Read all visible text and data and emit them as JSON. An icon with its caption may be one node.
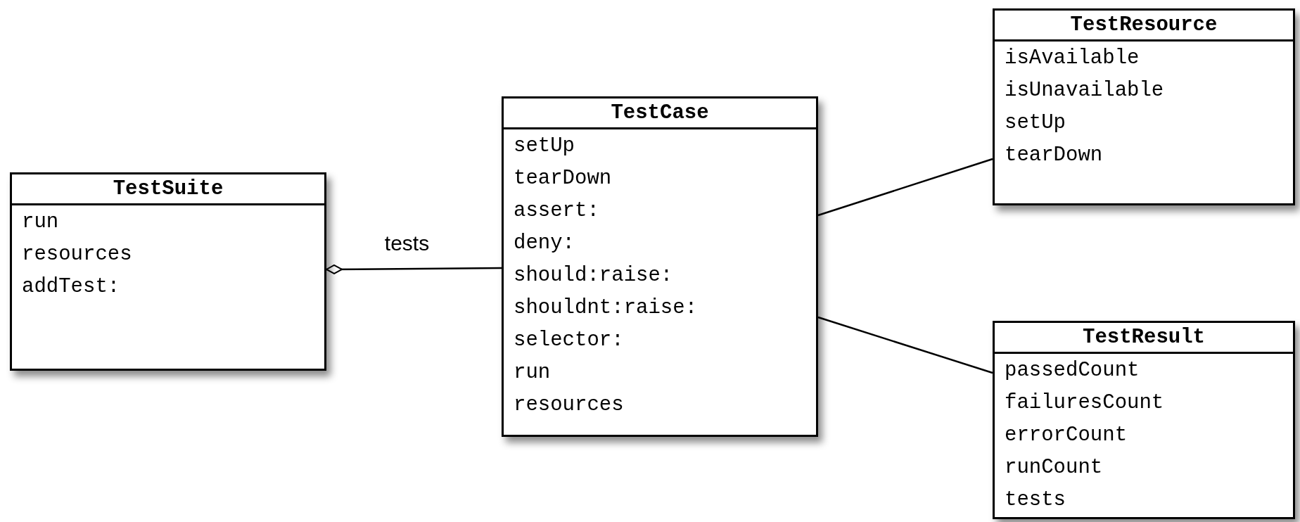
{
  "diagram": {
    "nodes": [
      {
        "text": [
          "TestSuite",
          "run",
          "resources",
          "addTest:"
        ]
      },
      {
        "text": [
          "TestCase",
          "setUp",
          "tearDown",
          "assert:",
          "deny:",
          "should:raise:",
          "shouldnt:raise:",
          "selector:",
          "run",
          "resources"
        ]
      },
      {
        "text": [
          "TestResource",
          "isAvailable",
          "isUnavailable",
          "setUp",
          "tearDown"
        ]
      },
      {
        "text": [
          "TestResult",
          "passedCount",
          "failuresCount",
          "errorCount",
          "runCount",
          "tests"
        ]
      }
    ],
    "edges": [
      {
        "from": 0,
        "to": 1,
        "arrow": "other",
        "label": "tests"
      },
      {
        "from": 1,
        "to": 2,
        "arrow": "none"
      },
      {
        "from": 1,
        "to": 3,
        "arrow": "none"
      }
    ]
  }
}
